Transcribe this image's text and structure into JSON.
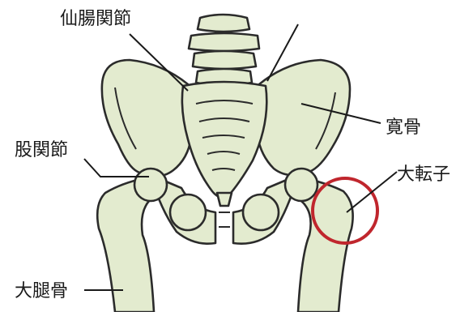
{
  "labels": {
    "sacroiliac": "仙腸関節",
    "ilium": "寛骨",
    "hip_joint": "股関節",
    "greater_trochanter": "大転子",
    "femur": "大腿骨"
  },
  "highlight": {
    "color": "#c0262d"
  },
  "colors": {
    "bone": "#e3ebcf",
    "outline": "#2b2b2b"
  }
}
